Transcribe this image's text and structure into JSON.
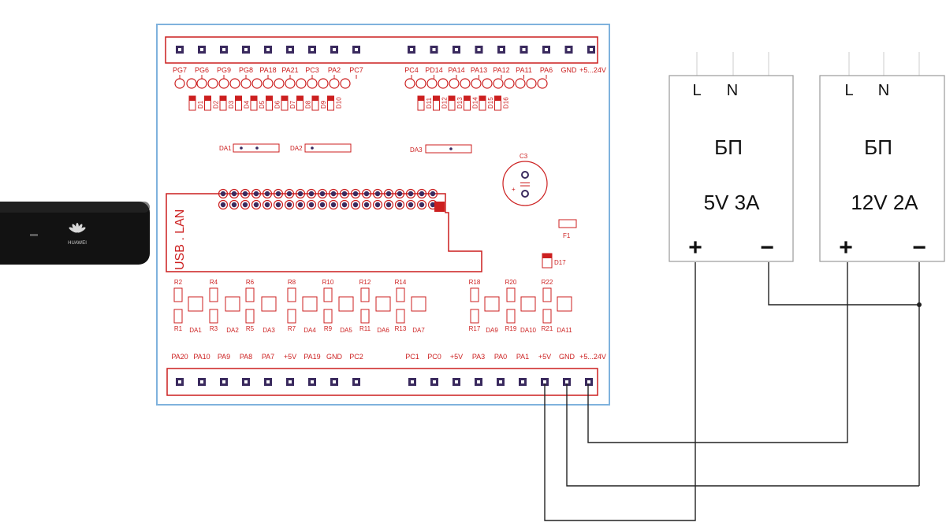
{
  "board": {
    "top_header": {
      "left_labels": [
        "PG7",
        "PG6",
        "PG9",
        "PG8",
        "PA18",
        "PA21",
        "PC3",
        "PA2",
        "PC7"
      ],
      "right_labels": [
        "PC4",
        "PD14",
        "PA14",
        "PA13",
        "PA12",
        "PA11",
        "PA6",
        "GND",
        "+5...24V"
      ]
    },
    "bottom_header": {
      "left_labels": [
        "PA20",
        "PA10",
        "PA9",
        "PA8",
        "PA7",
        "+5V",
        "PA19",
        "GND",
        "PC2"
      ],
      "right_labels": [
        "PC1",
        "PC0",
        "+5V",
        "PA3",
        "PA0",
        "PA1",
        "+5V",
        "GND",
        "+5...24V"
      ]
    },
    "leds_left": [
      "D1",
      "D2",
      "D3",
      "D4",
      "D5",
      "D6",
      "D7",
      "D8",
      "D9",
      "D10"
    ],
    "leds_right": [
      "D11",
      "D12",
      "D13",
      "D14",
      "D15",
      "D16"
    ],
    "regulators": [
      "DA1",
      "DA2",
      "DA3"
    ],
    "capacitor": "C3",
    "fuse": "F1",
    "power_led": "D17",
    "usb_lan_label": "USB . LAN",
    "resistors_top": [
      "R2",
      "R4",
      "R6",
      "R8",
      "R10",
      "R12",
      "R14",
      "R18",
      "R20",
      "R22"
    ],
    "resistors_bottom": [
      "R1",
      "R3",
      "R5",
      "R7",
      "R9",
      "R11",
      "R13",
      "R17",
      "R19",
      "R21"
    ],
    "optos": [
      "DA1",
      "DA2",
      "DA3",
      "DA4",
      "DA5",
      "DA6",
      "DA7",
      "DA9",
      "DA10",
      "DA11"
    ]
  },
  "psu_5v": {
    "title": "БП",
    "rating": "5V 3A",
    "input_l": "L",
    "input_n": "N",
    "plus": "+",
    "minus": "−"
  },
  "psu_12v": {
    "title": "БП",
    "rating": "12V 2A",
    "input_l": "L",
    "input_n": "N",
    "plus": "+",
    "minus": "−"
  },
  "modem": {
    "brand": "HUAWEI"
  },
  "colors": {
    "trace": "#cc1f1f",
    "board_border": "#7fb2dd",
    "pad": "#3a2a5e",
    "wire": "#222222"
  }
}
